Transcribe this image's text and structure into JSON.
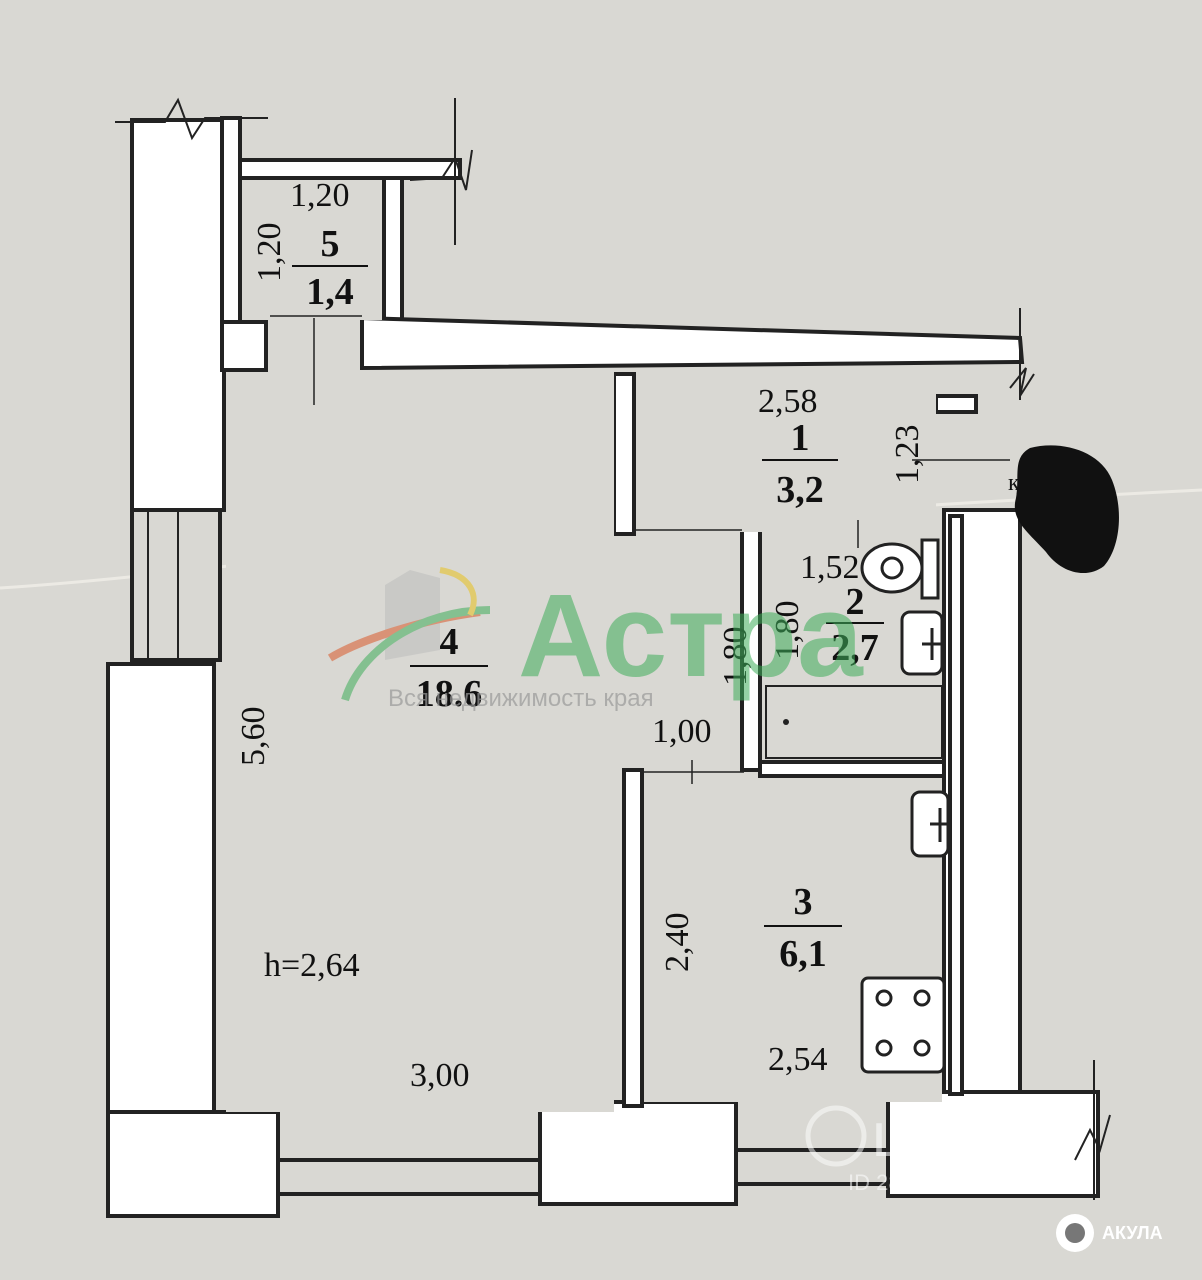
{
  "rooms": [
    {
      "num": "1",
      "area": "3,2"
    },
    {
      "num": "2",
      "area": "2,7"
    },
    {
      "num": "3",
      "area": "6,1"
    },
    {
      "num": "4",
      "area": "18.6"
    },
    {
      "num": "5",
      "area": "1,4"
    }
  ],
  "dimensions": {
    "r5_width": "1,20",
    "r5_height": "1,20",
    "r1_width": "2,58",
    "r1_height": "1,23",
    "r2_width": "1,52",
    "r2_height_a": "1,80",
    "r2_height_b": "1,80",
    "passage": "1,00",
    "r4_height": "5,60",
    "r4_width": "3,00",
    "r3_height": "2,40",
    "r3_width": "2,54",
    "ceiling": "h=2,64"
  },
  "fragments": {
    "corner_label": "кл"
  },
  "watermarks": {
    "brand": "Астра",
    "tagline": "Вся недвижимость края",
    "cian": "циан",
    "cian_id": "ID 2828228"
  },
  "badge": {
    "label": "АКУЛА"
  },
  "colors": {
    "paper": "#d9d8d3",
    "wall": "#ffffff",
    "line": "#222222",
    "watermark_green": "#3fae5a"
  }
}
